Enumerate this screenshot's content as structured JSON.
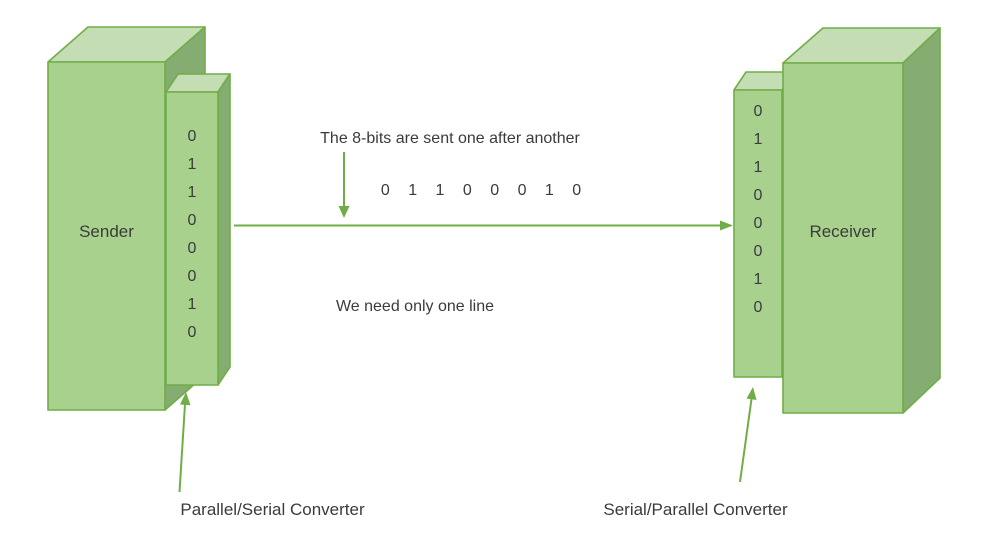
{
  "diagram": {
    "sender": {
      "label": "Sender",
      "bits": [
        "0",
        "1",
        "1",
        "0",
        "0",
        "0",
        "1",
        "0"
      ]
    },
    "receiver": {
      "label": "Receiver",
      "bits": [
        "0",
        "1",
        "1",
        "0",
        "0",
        "0",
        "1",
        "0"
      ]
    },
    "captions": {
      "serial_note": "The 8-bits are sent one after another",
      "bit_stream": "0 1 1 0 0 0 1 0",
      "one_line_note": "We need only one line",
      "parallel_serial_label": "Parallel/Serial Converter",
      "serial_parallel_label": "Serial/Parallel Converter"
    },
    "colors": {
      "box_front": "#a9d18e",
      "box_top": "#c5ddb4",
      "box_side": "#85ad72",
      "outline": "#70ad47",
      "arrow": "#70ad47",
      "text": "#3b3b3b",
      "bg": "#ffffff"
    }
  }
}
